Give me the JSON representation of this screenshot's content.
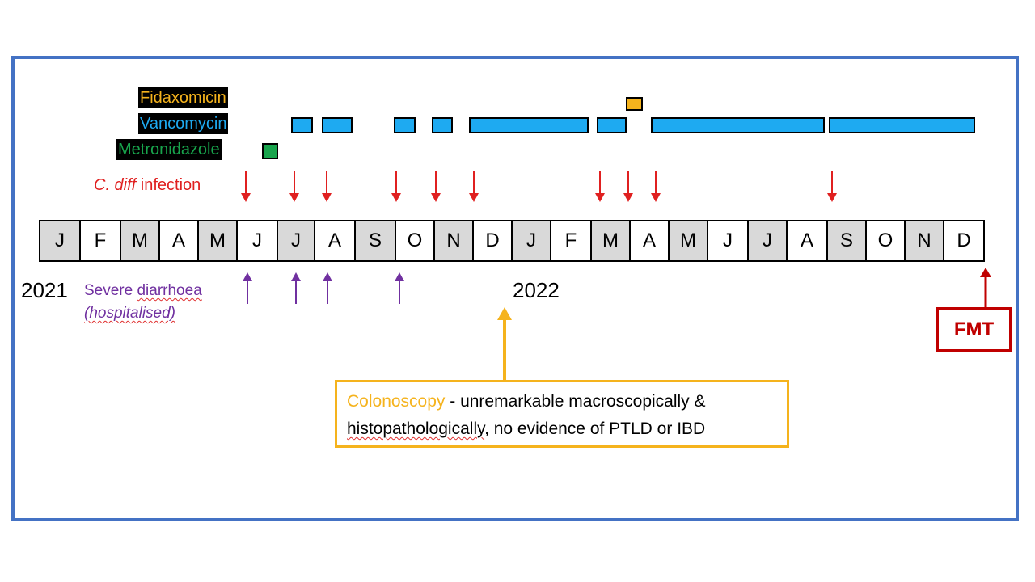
{
  "legend": {
    "fidaxomicin": {
      "label": "Fidaxomicin",
      "color": "#f5b31d"
    },
    "vancomycin": {
      "label": "Vancomycin",
      "color": "#1eaaf1"
    },
    "metronidazole": {
      "label": "Metronidazole",
      "color": "#18a44c"
    }
  },
  "infection_label": {
    "italic": "C. diff",
    "rest": " infection",
    "color": "#e02020"
  },
  "months": [
    "J",
    "F",
    "M",
    "A",
    "M",
    "J",
    "J",
    "A",
    "S",
    "O",
    "N",
    "D",
    "J",
    "F",
    "M",
    "A",
    "M",
    "J",
    "J",
    "A",
    "S",
    "O",
    "N",
    "D"
  ],
  "years": {
    "first": "2021",
    "second": "2022"
  },
  "severe": {
    "line1": "Severe diarrhoea",
    "line2": "(hospitalised)",
    "color": "#7030a0"
  },
  "colonoscopy": {
    "highlight": "Colonoscopy",
    "rest1": " - unremarkable macroscopically &",
    "line2": "histopathologically, no evidence of PTLD or IBD",
    "accent": "#f5b31d"
  },
  "fmt": {
    "label": "FMT",
    "color": "#c00000"
  }
}
